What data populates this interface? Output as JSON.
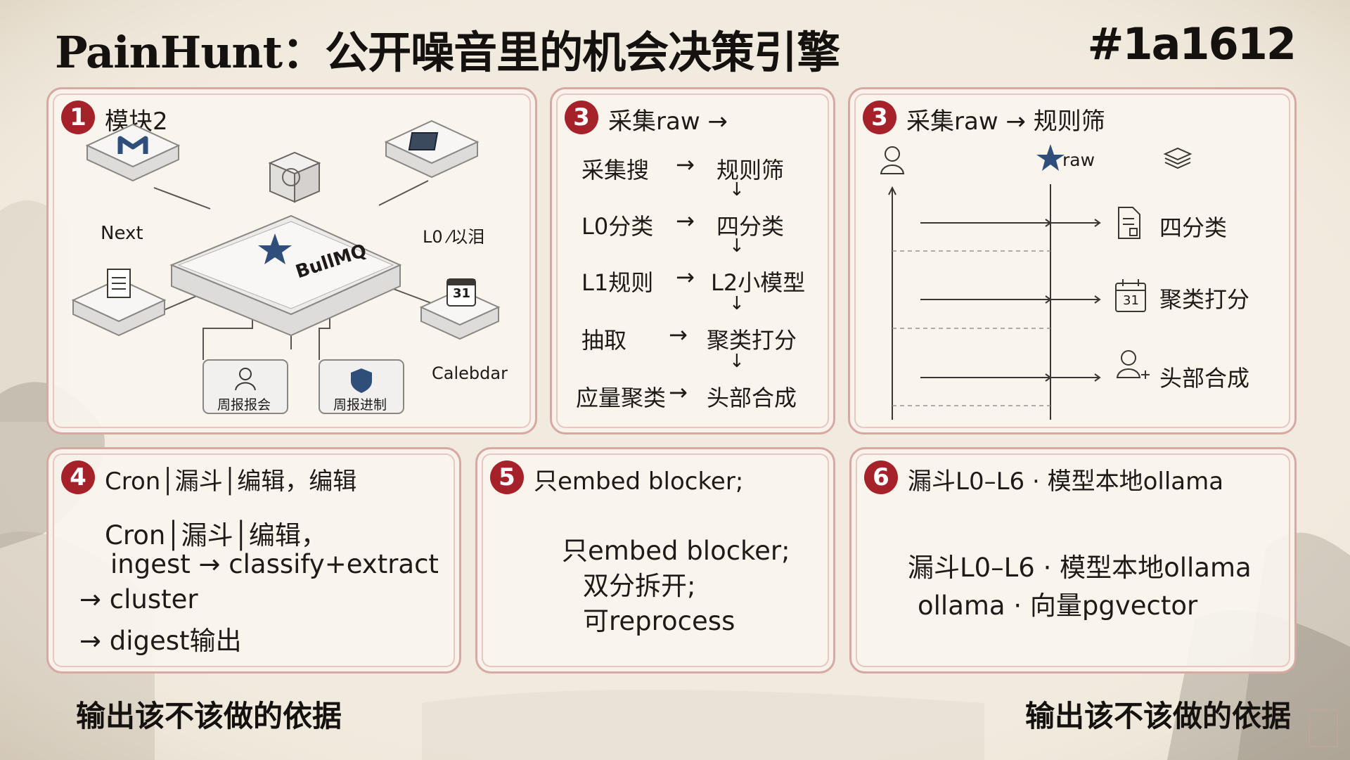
{
  "header": {
    "title": "PainHunt：公开噪音里的机会决策引擎",
    "hashtag": "#1a1612"
  },
  "panel1": {
    "number": "1",
    "title": "模块2",
    "center_label": "BullMQ",
    "nodes": {
      "top_left": "Next",
      "top_right": "L0 ⁄以泪",
      "right": "Calebdar",
      "calendar_day": "31",
      "bottom_left": "周报报会",
      "bottom_right": "周报进制"
    }
  },
  "panel2": {
    "number": "3",
    "title": "采集raw →",
    "rows": [
      {
        "left": "采集搜",
        "arrow": "→",
        "right": "规则筛"
      },
      {
        "left": "L0分类",
        "arrow": "→",
        "right": "四分类"
      },
      {
        "left": "L1规则",
        "arrow": "→",
        "right": "L2小模型"
      },
      {
        "left": "抽取",
        "arrow": "→",
        "right": "聚类打分"
      },
      {
        "left": "应量聚类",
        "arrow": "→",
        "right": "头部合成"
      }
    ],
    "down_arrow": "↓"
  },
  "panel3": {
    "number": "3",
    "title": "采集raw → 规则筛",
    "top_label": "raw",
    "steps": [
      {
        "icon": "document-icon",
        "label": "四分类"
      },
      {
        "icon": "calendar-icon",
        "label": "聚类打分",
        "day": "31"
      },
      {
        "icon": "user-add-icon",
        "label": "头部合成"
      }
    ]
  },
  "panel4": {
    "number": "4",
    "title": "Cron│漏斗│编辑，编辑",
    "lines": [
      "Cron│漏斗│编辑，",
      "ingest → classify+extract",
      "→ cluster",
      "→ digest输出"
    ]
  },
  "panel5": {
    "number": "5",
    "title": "只embed blocker;",
    "lines": [
      "只embed blocker;",
      "双分拆开;",
      "可reprocess"
    ]
  },
  "panel6": {
    "number": "6",
    "title": "漏斗L0–L6 · 模型本地ollama",
    "lines": [
      "漏斗L0–L6 · 模型本地ollama",
      "ollama · 向量pgvector"
    ]
  },
  "footer": {
    "left": "输出该不该做的依据",
    "right": "输出该不该做的依据"
  },
  "colors": {
    "badge": "#a5222b",
    "card_border": "#d7a9a3",
    "background": "#f1ebdf",
    "icon_blue": "#2f4f7a"
  }
}
